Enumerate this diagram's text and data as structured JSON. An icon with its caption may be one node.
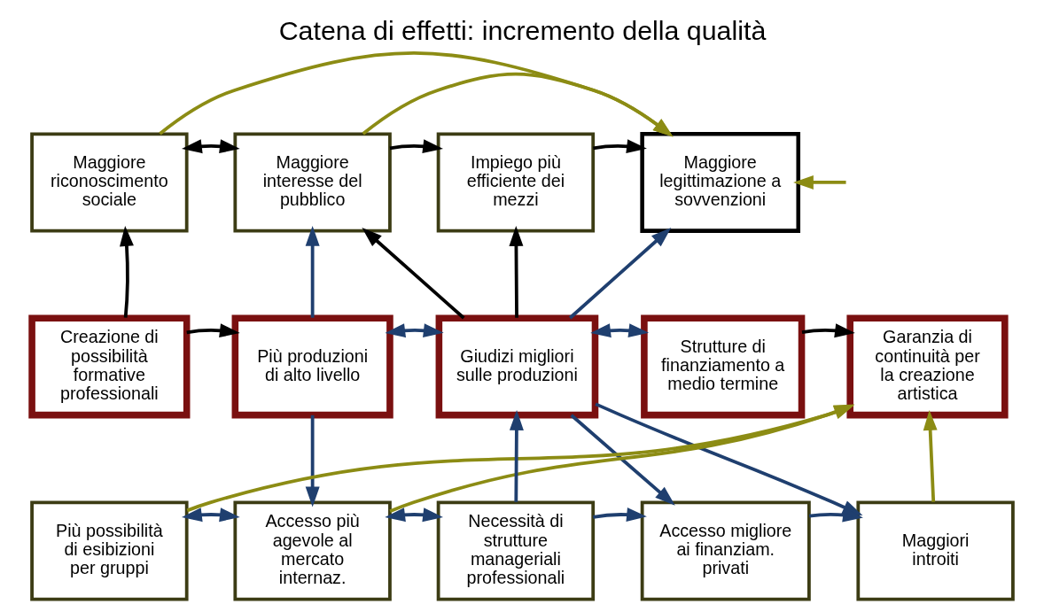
{
  "diagram": {
    "title": "Catena di effetti: incremento della qualità",
    "nodes": [
      {
        "text": [
          "Creazione di possibilità formative professionali"
        ]
      },
      {
        "text": [
          "Maggiore riconoscimento sociale"
        ]
      },
      {
        "text": [
          "Maggiore interesse del pubblico"
        ]
      },
      {
        "text": [
          "Impiego più efficiente dei mezzi"
        ]
      },
      {
        "text": [
          "Maggiore legittimazione a sovvenzioni"
        ]
      },
      {
        "text": [
          "Più produzioni di alto livello"
        ]
      },
      {
        "text": [
          "Giudizi migliori sulle produzioni"
        ]
      },
      {
        "text": [
          "Strutture di finanziamento a medio termine"
        ]
      },
      {
        "text": [
          "Garanzia di continuità per la creazione artistica"
        ]
      },
      {
        "text": [
          "Più possibilità di esibizioni per gruppi"
        ]
      },
      {
        "text": [
          "Accesso più agevole al mercato internaz."
        ]
      },
      {
        "text": [
          "Necessità di strutture manageriali professionali"
        ]
      },
      {
        "text": [
          "Accesso migliore ai finanziam. privati"
        ]
      },
      {
        "text": [
          "Maggiori introiti"
        ]
      }
    ],
    "edges": [
      {
        "from": 0,
        "to": 5,
        "arrow": "to",
        "color": "#000000"
      },
      {
        "from": 0,
        "to": 1,
        "arrow": "to",
        "color": "#000000"
      },
      {
        "from": 1,
        "to": 2,
        "arrow": "both",
        "color": "#000000"
      },
      {
        "from": 2,
        "to": 3,
        "arrow": "to",
        "color": "#000000"
      },
      {
        "from": 3,
        "to": 4,
        "arrow": "to",
        "color": "#000000"
      },
      {
        "from": 1,
        "to": 4,
        "arrow": "to",
        "color": "#8c8c14"
      },
      {
        "from": 2,
        "to": 4,
        "arrow": "to",
        "color": "#8c8c14"
      },
      {
        "from": null,
        "to": 4,
        "arrow": "to",
        "color": "#8c8c14"
      },
      {
        "from": 5,
        "to": 2,
        "arrow": "to"
      },
      {
        "from": 6,
        "to": 2,
        "arrow": "to",
        "color": "#000000"
      },
      {
        "from": 6,
        "to": 3,
        "arrow": "to",
        "color": "#000000"
      },
      {
        "from": 6,
        "to": 4,
        "arrow": "to"
      },
      {
        "from": 5,
        "to": 6,
        "arrow": "both"
      },
      {
        "from": 6,
        "to": 7,
        "arrow": "both"
      },
      {
        "from": 7,
        "to": 8,
        "arrow": "to",
        "color": "#000000"
      },
      {
        "from": 5,
        "to": 10,
        "arrow": "to"
      },
      {
        "from": 11,
        "to": 6,
        "arrow": "to"
      },
      {
        "from": 6,
        "to": 12,
        "arrow": "to"
      },
      {
        "from": 6,
        "to": 13,
        "arrow": "to"
      },
      {
        "from": 9,
        "to": 10,
        "arrow": "both"
      },
      {
        "from": 10,
        "to": 11,
        "arrow": "both"
      },
      {
        "from": 11,
        "to": 12,
        "arrow": "to"
      },
      {
        "from": 12,
        "to": 13,
        "arrow": "to"
      },
      {
        "from": 10,
        "to": 8,
        "arrow": "to",
        "color": "#8c8c14"
      },
      {
        "from": 9,
        "to": 8,
        "arrow": "to",
        "color": "#8c8c14"
      },
      {
        "from": 13,
        "to": 8,
        "arrow": "to",
        "color": "#8c8c14"
      }
    ]
  }
}
